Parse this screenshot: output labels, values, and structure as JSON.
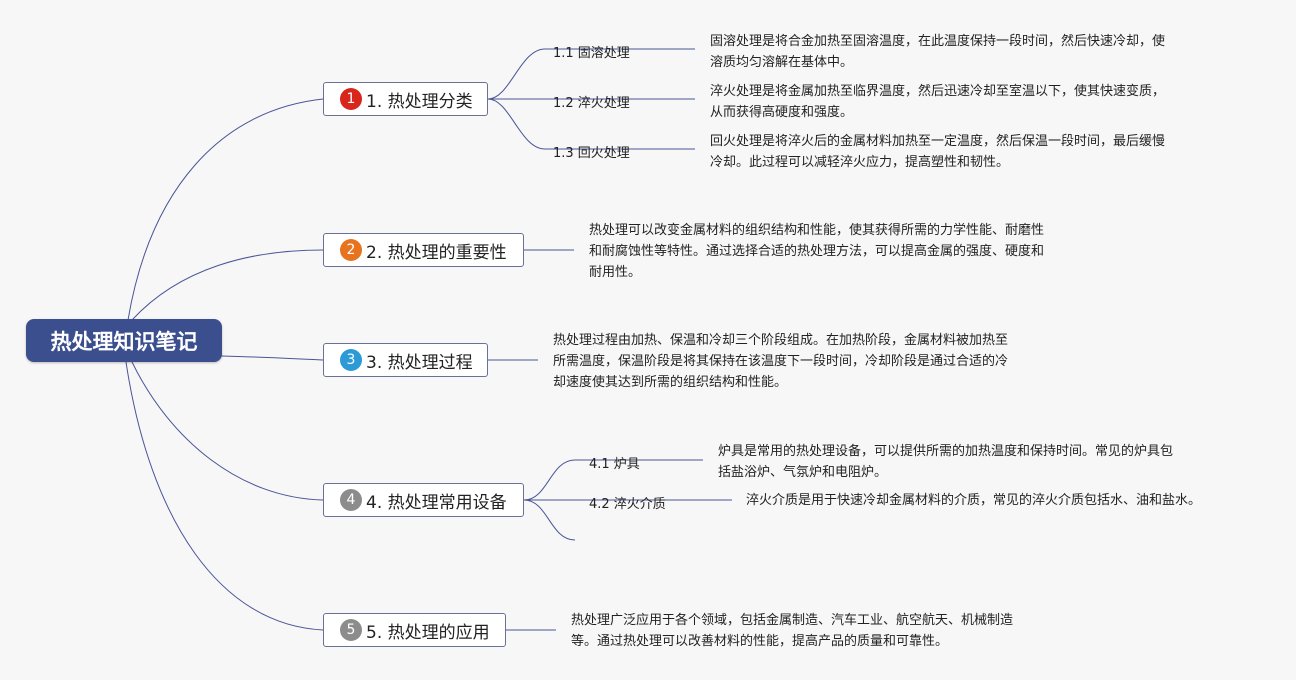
{
  "root": {
    "title": "热处理知识笔记"
  },
  "colors": {
    "root_fill": "#3b4f8f",
    "line": "#4a5596",
    "badge1": "#d9261c",
    "badge2": "#e8731e",
    "badge3": "#2b9ad6",
    "badge4": "#8c8c8c",
    "badge5": "#8c8c8c"
  },
  "topics": [
    {
      "badge": "1",
      "label": "1. 热处理分类",
      "subs": [
        {
          "label": "1.1 固溶处理",
          "note": [
            "固溶处理是将合金加热至固溶温度，在此温度保持一段时间，然后快速冷却，使",
            "溶质均匀溶解在基体中。"
          ]
        },
        {
          "label": "1.2 淬火处理",
          "note": [
            "淬火处理是将金属加热至临界温度，然后迅速冷却至室温以下，使其快速变质，",
            "从而获得高硬度和强度。"
          ]
        },
        {
          "label": "1.3 回火处理",
          "note": [
            "回火处理是将淬火后的金属材料加热至一定温度，然后保温一段时间，最后缓慢",
            "冷却。此过程可以减轻淬火应力，提高塑性和韧性。"
          ]
        }
      ]
    },
    {
      "badge": "2",
      "label": "2. 热处理的重要性",
      "note": [
        "热处理可以改变金属材料的组织结构和性能，使其获得所需的力学性能、耐磨性",
        "和耐腐蚀性等特性。通过选择合适的热处理方法，可以提高金属的强度、硬度和",
        "耐用性。"
      ]
    },
    {
      "badge": "3",
      "label": "3. 热处理过程",
      "note": [
        "热处理过程由加热、保温和冷却三个阶段组成。在加热阶段，金属材料被加热至",
        "所需温度，保温阶段是将其保持在该温度下一段时间，冷却阶段是通过合适的冷",
        "却速度使其达到所需的组织结构和性能。"
      ]
    },
    {
      "badge": "4",
      "label": "4. 热处理常用设备",
      "subs": [
        {
          "label": "4.1 炉具",
          "note": [
            "炉具是常用的热处理设备，可以提供所需的加热温度和保持时间。常见的炉具包",
            "括盐浴炉、气氛炉和电阻炉。"
          ]
        },
        {
          "label": "4.2 淬火介质",
          "note": [
            "淬火介质是用于快速冷却金属材料的介质，常见的淬火介质包括水、油和盐水。"
          ]
        }
      ]
    },
    {
      "badge": "5",
      "label": "5. 热处理的应用",
      "note": [
        "热处理广泛应用于各个领域，包括金属制造、汽车工业、航空航天、机械制造",
        "等。通过热处理可以改善材料的性能，提高产品的质量和可靠性。"
      ]
    }
  ]
}
